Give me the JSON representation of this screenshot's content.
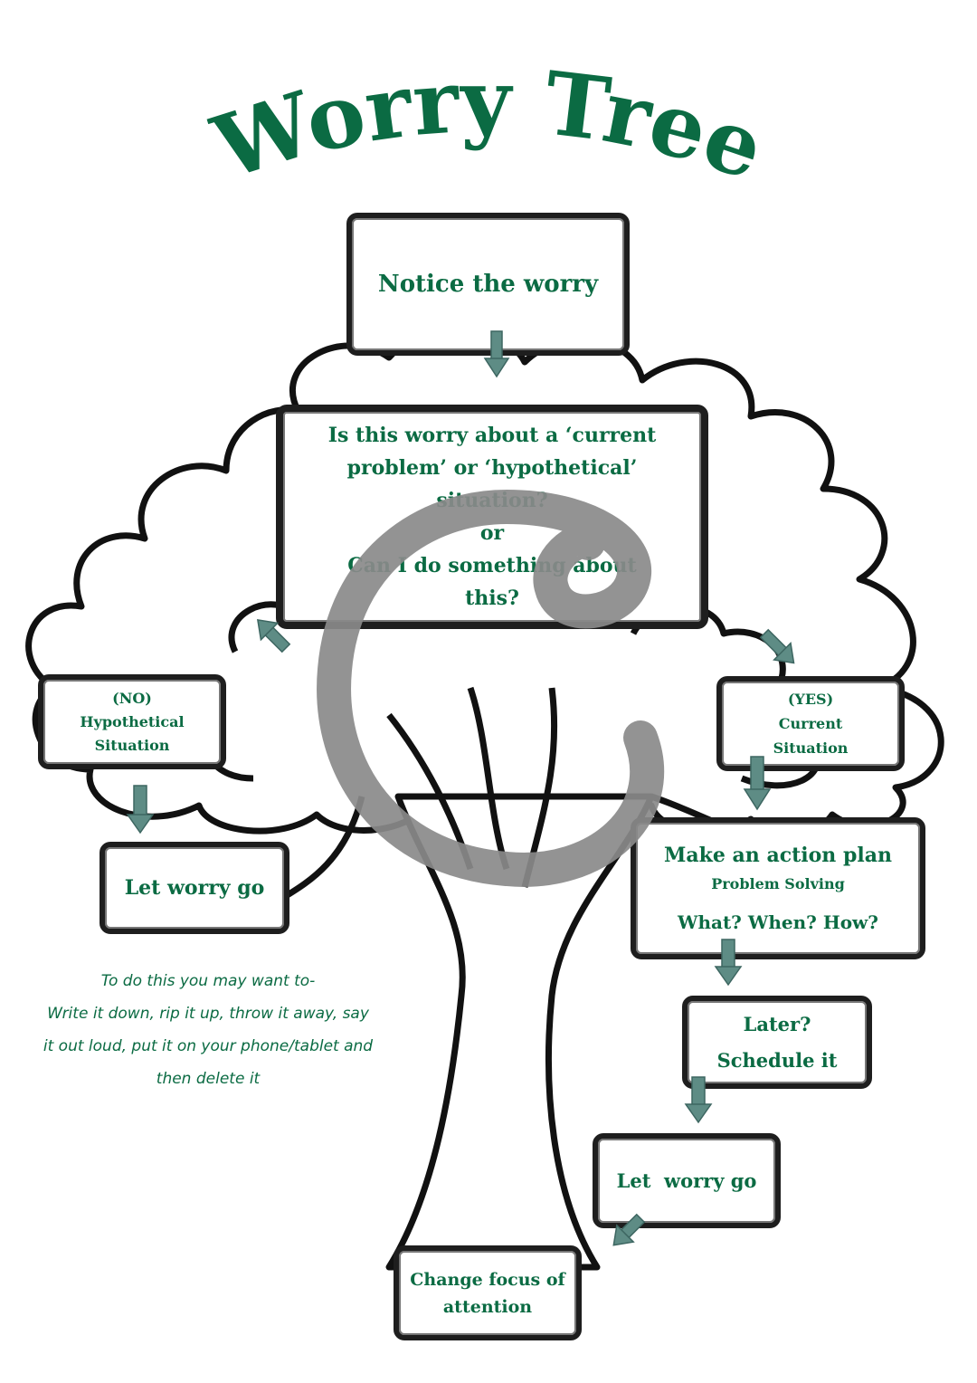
{
  "title": "Worry Tree",
  "colors": {
    "accent": "#0b6b43",
    "arrow": "#5e8c85",
    "outline": "#1e1e1e",
    "watermark": "#8a8a8a"
  },
  "boxes": {
    "notice": {
      "line1": "Notice the worry"
    },
    "question": {
      "line1": "Is this worry about a ‘current",
      "line2": "problem’ or ‘hypothetical’",
      "line3": "situation?",
      "line4": "or",
      "line5": "Can I do something about",
      "line6": "this?"
    },
    "no": {
      "line1": "(NO)",
      "line2": "Hypothetical",
      "line3": "Situation"
    },
    "yes": {
      "line1": "(YES)",
      "line2": "Current",
      "line3": "Situation"
    },
    "let_go_left": {
      "line1": "Let worry go"
    },
    "action": {
      "line1": "Make an action plan",
      "line2": "Problem Solving",
      "line3": "What? When? How?"
    },
    "later": {
      "line1": "Later?",
      "line2": "Schedule it"
    },
    "let_go_right": {
      "line1": "Let  worry go"
    },
    "change": {
      "line1": "Change focus of",
      "line2": "attention"
    }
  },
  "note": {
    "line1": "To do this you may want to-",
    "line2": "Write it down, rip it up, throw it away, say",
    "line3": "it out loud, put it on your phone/tablet and",
    "line4": "then delete it"
  },
  "icons": {
    "watermark": "copyright-watermark-icon",
    "tree": "tree-illustration-icon"
  }
}
